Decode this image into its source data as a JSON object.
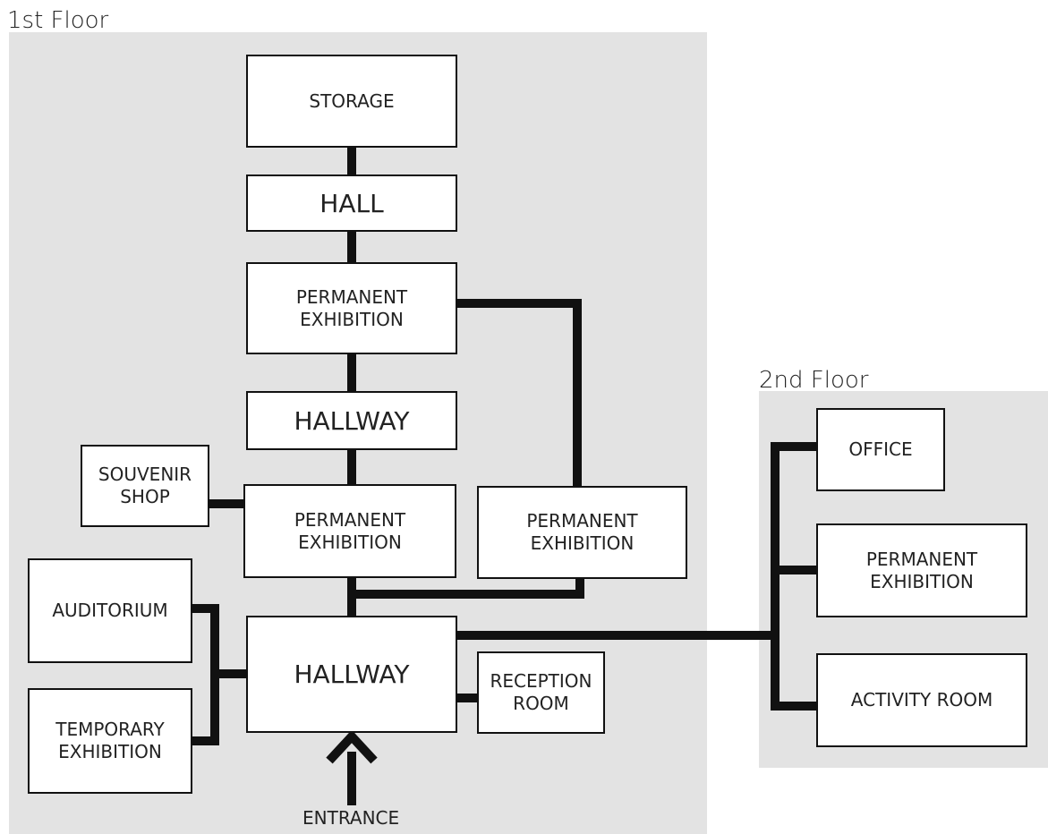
{
  "floors": {
    "first": "1st Floor",
    "second": "2nd Floor"
  },
  "rooms": {
    "storage": "STORAGE",
    "hall": "HALL",
    "perm_top": "PERMANENT\nEXHIBITION",
    "hallway_mid": "HALLWAY",
    "souvenir": "SOUVENIR\nSHOP",
    "perm_mid": "PERMANENT\nEXHIBITION",
    "perm_right": "PERMANENT\nEXHIBITION",
    "auditorium": "AUDITORIUM",
    "temporary": "TEMPORARY\nEXHIBITION",
    "hallway_main": "HALLWAY",
    "reception": "RECEPTION\nROOM",
    "office": "OFFICE",
    "perm_2f": "PERMANENT\nEXHIBITION",
    "activity": "ACTIVITY ROOM"
  },
  "entrance": "ENTRANCE",
  "colors": {
    "floor_bg": "#e3e3e3",
    "connector": "#111111",
    "room_fill": "#ffffff"
  }
}
